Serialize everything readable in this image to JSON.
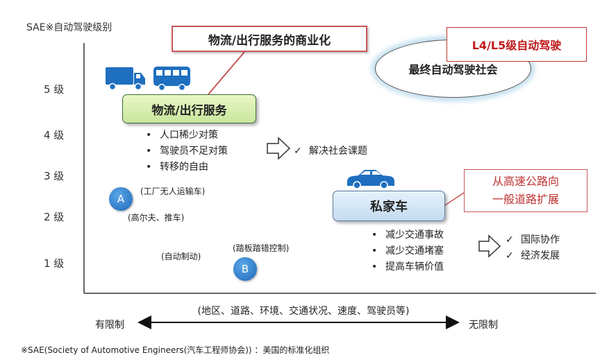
{
  "axis": {
    "y_title": "SAE※自动驾驶级别",
    "levels": [
      "5 级",
      "4 级",
      "3 级",
      "2 级",
      "1 级"
    ],
    "x_conditions": "(地区、道路、环境、交通状况、速度、驾驶员等)",
    "x_left": "有限制",
    "x_right": "无限制"
  },
  "callouts": {
    "commercial": "物流/出行服务的商业化",
    "l4l5": "L4/L5级自动驾驶",
    "final_society": "最终自动驾驶社会",
    "highway_line1": "从高速公路向",
    "highway_line2": "一般道路扩展"
  },
  "logistics": {
    "title": "物流/出行服务",
    "bullets": [
      "人口稀少对策",
      "驾驶员不足对策",
      "转移的自由"
    ],
    "result": "解决社会课题"
  },
  "private_car": {
    "title": "私家车",
    "bullets": [
      "减少交通事故",
      "减少交通堵塞",
      "提高车辆价值"
    ],
    "results": [
      "国际协作",
      "经济发展"
    ]
  },
  "markers": {
    "a": {
      "letter": "A",
      "label1": "(工厂无人运输车)",
      "label2": "(高尔夫、推车)"
    },
    "b": {
      "letter": "B",
      "label_pedal": "(踏板踏错控制)",
      "label_brake": "(自动制动)"
    }
  },
  "symbols": {
    "bullet": "•",
    "check": "✓"
  },
  "icons": [
    "truck-icon",
    "bus-icon",
    "car-icon",
    "hollow-arrow-icon"
  ],
  "colors": {
    "green_box": "#c8e69c",
    "blue_box": "#c4dcf0",
    "red_accent": "#c01818",
    "vehicle_blue": "#1f6fc0"
  },
  "footnote": "※SAE(Society of Automotive Engineers(汽车工程师协会)) ：美国的标准化组织"
}
